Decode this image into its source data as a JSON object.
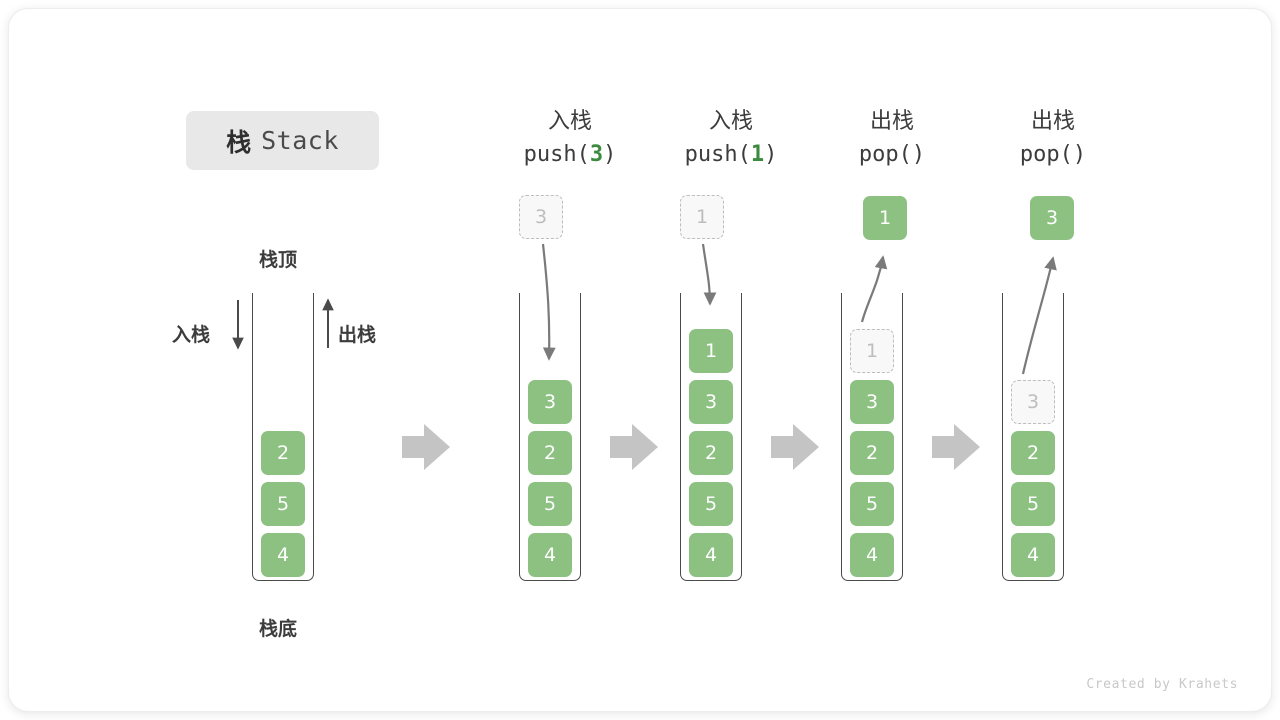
{
  "title": {
    "cn": "栈",
    "en": "Stack"
  },
  "labels": {
    "top": "栈顶",
    "bottom": "栈底",
    "push": "入栈",
    "pop": "出栈"
  },
  "colors": {
    "cell_green": "#8cc182",
    "cell_text": "#ffffff",
    "ghost_fill": "#f8f8f8",
    "ghost_border": "#bdbdbd",
    "ghost_text": "#bdbdbd",
    "arrow_gray": "#c4c4c4",
    "line_gray": "#7a7a7a",
    "wall": "#4a4a4a",
    "badge_bg": "#e8e8e8",
    "code_arg_green": "#3b8a3f",
    "text_dark": "#3c3c3c",
    "footer_text": "#c8c8c8"
  },
  "steps": [
    {
      "id": "initial",
      "header_cn": "",
      "header_code": "",
      "code_arg": "",
      "stack": [
        "4",
        "5",
        "2"
      ],
      "ghost_in_stack": null,
      "floating": null
    },
    {
      "id": "push-3",
      "header_cn": "入栈",
      "header_code_prefix": "push(",
      "code_arg": "3",
      "header_code_suffix": ")",
      "stack": [
        "4",
        "5",
        "2",
        "3"
      ],
      "ghost_in_stack": null,
      "floating": {
        "value": "3",
        "style": "ghost"
      },
      "arrow": "down"
    },
    {
      "id": "push-1",
      "header_cn": "入栈",
      "header_code_prefix": "push(",
      "code_arg": "1",
      "header_code_suffix": ")",
      "stack": [
        "4",
        "5",
        "2",
        "3",
        "1"
      ],
      "ghost_in_stack": null,
      "floating": {
        "value": "1",
        "style": "ghost"
      },
      "arrow": "down"
    },
    {
      "id": "pop-1",
      "header_cn": "出栈",
      "header_code_prefix": "pop(",
      "code_arg": "",
      "header_code_suffix": ")",
      "stack": [
        "4",
        "5",
        "2",
        "3"
      ],
      "ghost_in_stack": "1",
      "floating": {
        "value": "1",
        "style": "solid"
      },
      "arrow": "up"
    },
    {
      "id": "pop-3",
      "header_cn": "出栈",
      "header_code_prefix": "pop(",
      "code_arg": "",
      "header_code_suffix": ")",
      "stack": [
        "4",
        "5",
        "2"
      ],
      "ghost_in_stack": "3",
      "floating": {
        "value": "3",
        "style": "solid"
      },
      "arrow": "up"
    }
  ],
  "transitions": [
    "arrow-right",
    "arrow-right",
    "arrow-right",
    "arrow-right"
  ],
  "footer": "Created by Krahets"
}
